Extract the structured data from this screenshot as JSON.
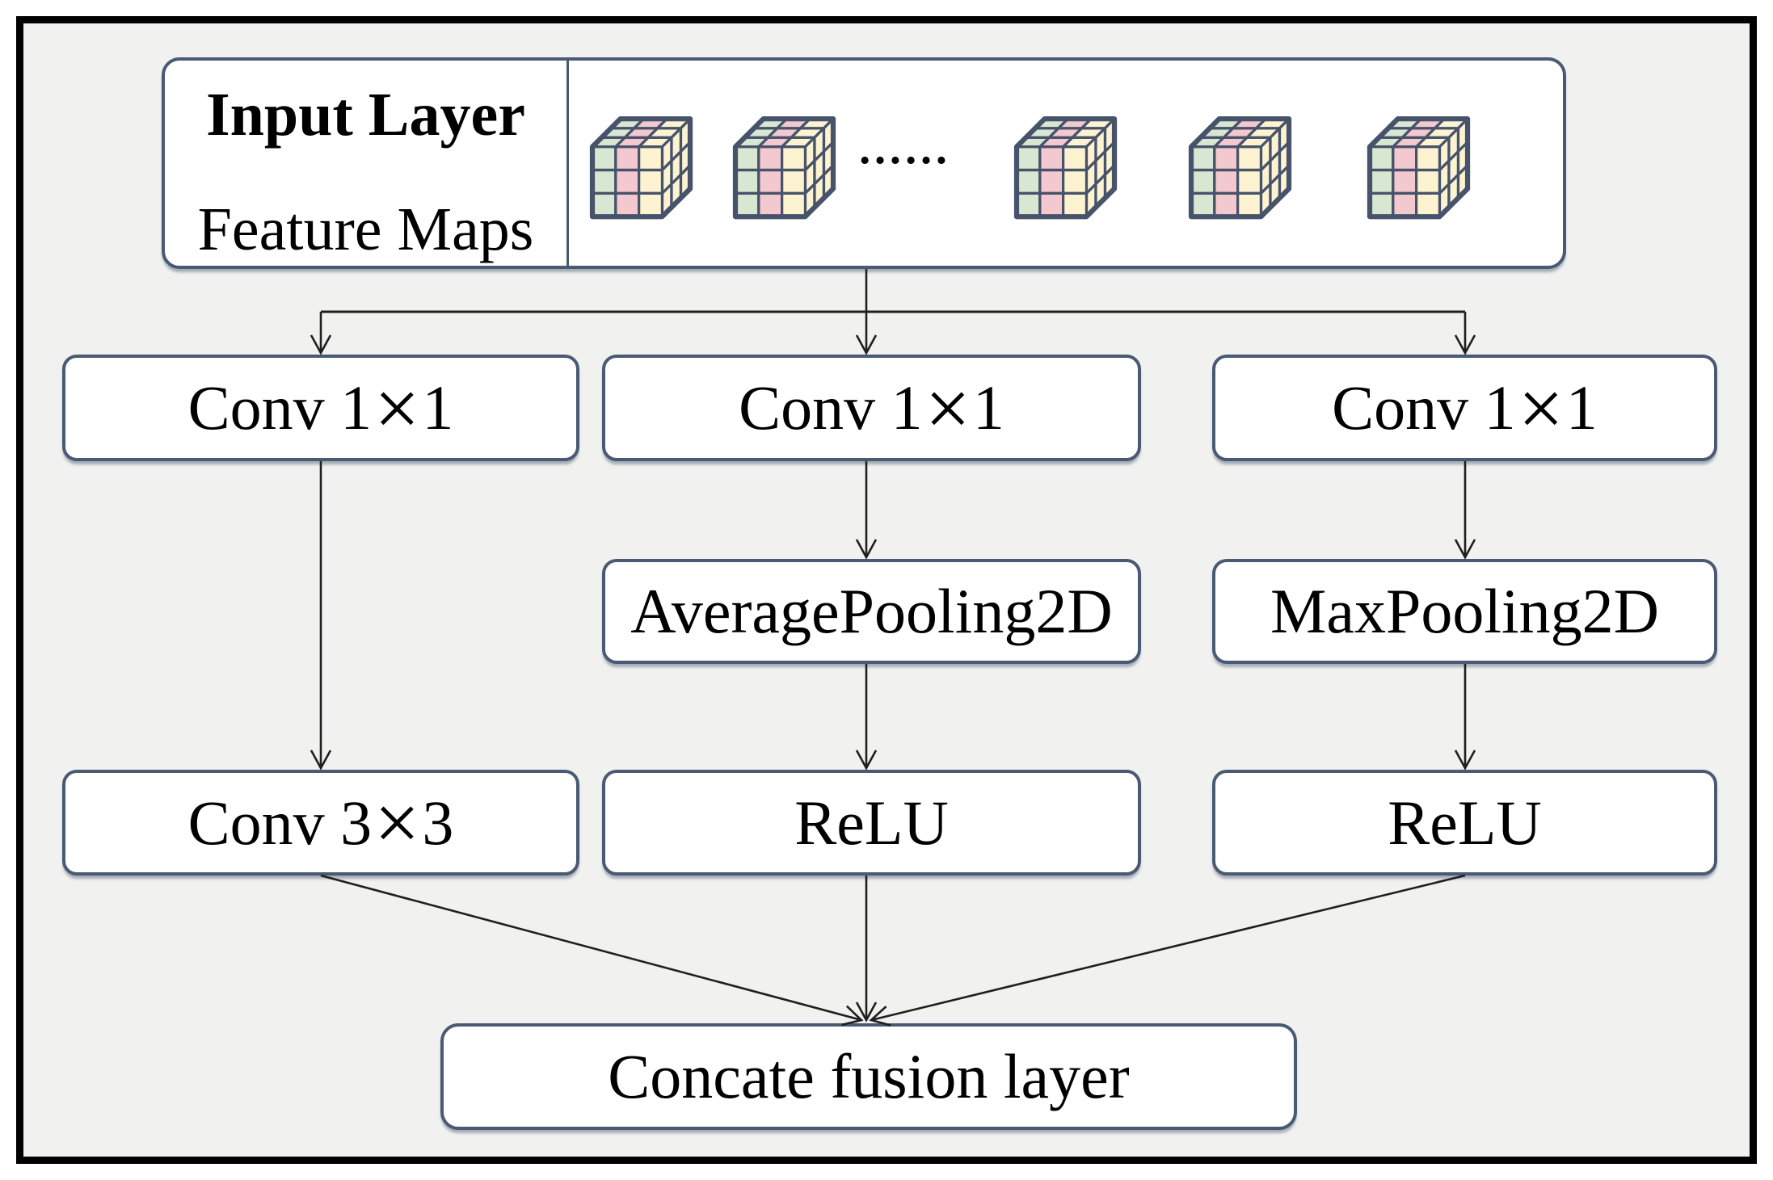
{
  "palette": {
    "canvas_bg": "#f1f1f0",
    "frame_border": "#000000",
    "node_border": "#4a5a73",
    "node_fill": "#ffffff",
    "arrow": "#1f1f1f",
    "cube_outline": "#46536b",
    "cube_green": "#d8e7d2",
    "cube_pink": "#f3c8ce",
    "cube_cream": "#fdf3d0"
  },
  "input_box": {
    "title": "Input Layer",
    "subtitle": "Feature Maps",
    "ellipsis": "……",
    "cube_count": 5,
    "cube_front_columns": [
      "green",
      "pink",
      "yellow"
    ],
    "cube_side": "yellow"
  },
  "nodes": {
    "conv1x1_left": {
      "label": "Conv 1×1"
    },
    "conv1x1_middle": {
      "label": "Conv 1×1"
    },
    "conv1x1_right": {
      "label": "Conv 1×1"
    },
    "avgpool": {
      "label": "AveragePooling2D"
    },
    "maxpool": {
      "label": "MaxPooling2D"
    },
    "conv3x3": {
      "label": "Conv 3×3"
    },
    "relu_middle": {
      "label": "ReLU"
    },
    "relu_right": {
      "label": "ReLU"
    },
    "concat": {
      "label": "Concate fusion layer"
    }
  },
  "edges": [
    {
      "from": "input_feature_maps",
      "to": "conv1x1_left"
    },
    {
      "from": "input_feature_maps",
      "to": "conv1x1_middle"
    },
    {
      "from": "input_feature_maps",
      "to": "conv1x1_right"
    },
    {
      "from": "conv1x1_left",
      "to": "conv3x3"
    },
    {
      "from": "conv1x1_middle",
      "to": "avgpool"
    },
    {
      "from": "conv1x1_right",
      "to": "maxpool"
    },
    {
      "from": "avgpool",
      "to": "relu_middle"
    },
    {
      "from": "maxpool",
      "to": "relu_right"
    },
    {
      "from": "conv3x3",
      "to": "concat"
    },
    {
      "from": "relu_middle",
      "to": "concat"
    },
    {
      "from": "relu_right",
      "to": "concat"
    }
  ]
}
